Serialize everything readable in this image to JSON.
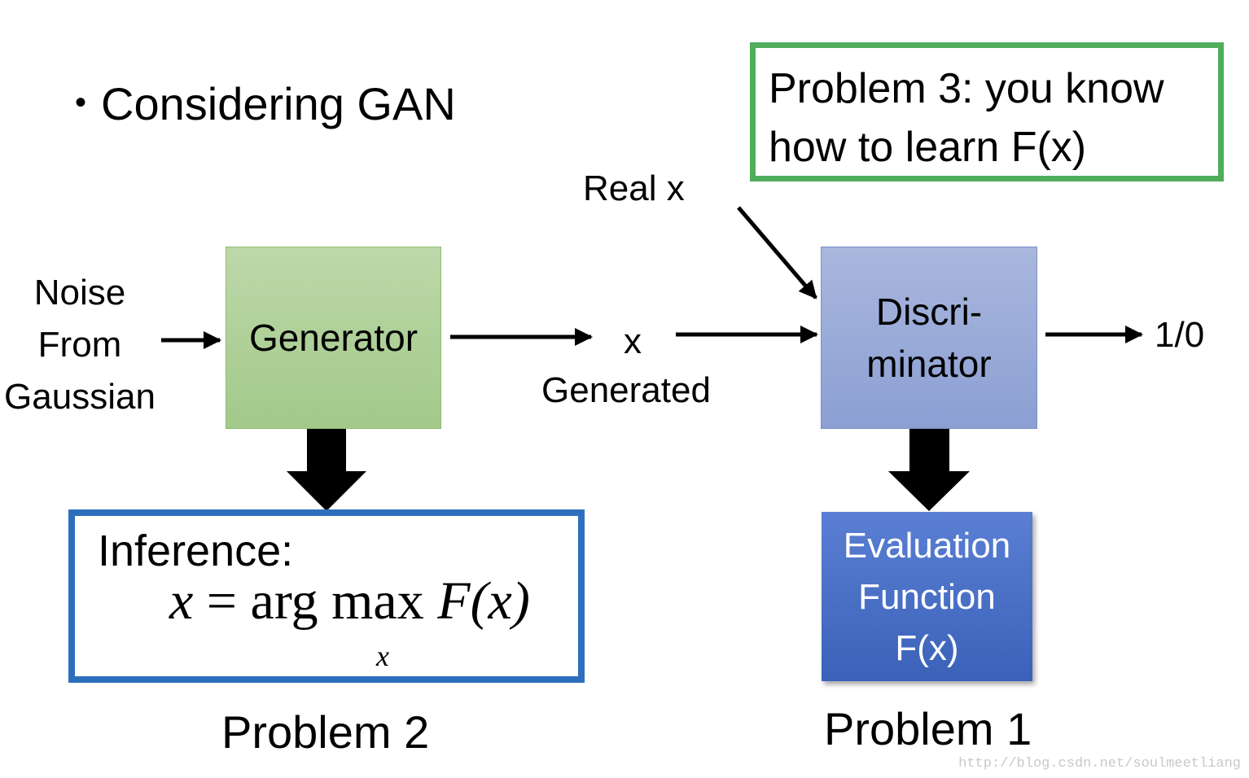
{
  "bullet": "Considering GAN",
  "noise_lines": [
    "Noise",
    "From",
    "Gaussian"
  ],
  "generator": "Generator",
  "x_label": "x",
  "generated_label": "Generated",
  "real_x_label": "Real x",
  "discriminator_lines": [
    "Discri-",
    "minator"
  ],
  "output_label": "1/0",
  "problem3_lines": [
    "Problem 3: you know",
    "how to learn F(x)"
  ],
  "evaluation_lines": [
    "Evaluation",
    "Function",
    "F(x)"
  ],
  "inference_title": "Inference:",
  "formula": {
    "lhs": "x",
    "eq": " = arg max ",
    "f": "F",
    "arg": "(x)",
    "sub": "x"
  },
  "problem2": "Problem 2",
  "problem1": "Problem 1",
  "watermark": "http://blog.csdn.net/soulmeetliang",
  "colors": {
    "generator": "#a9cd91",
    "discriminator": "#96a8d8",
    "evaluation": "#4870c8",
    "problem3_border": "#4fad5b",
    "inference_border": "#2e6fbd"
  }
}
